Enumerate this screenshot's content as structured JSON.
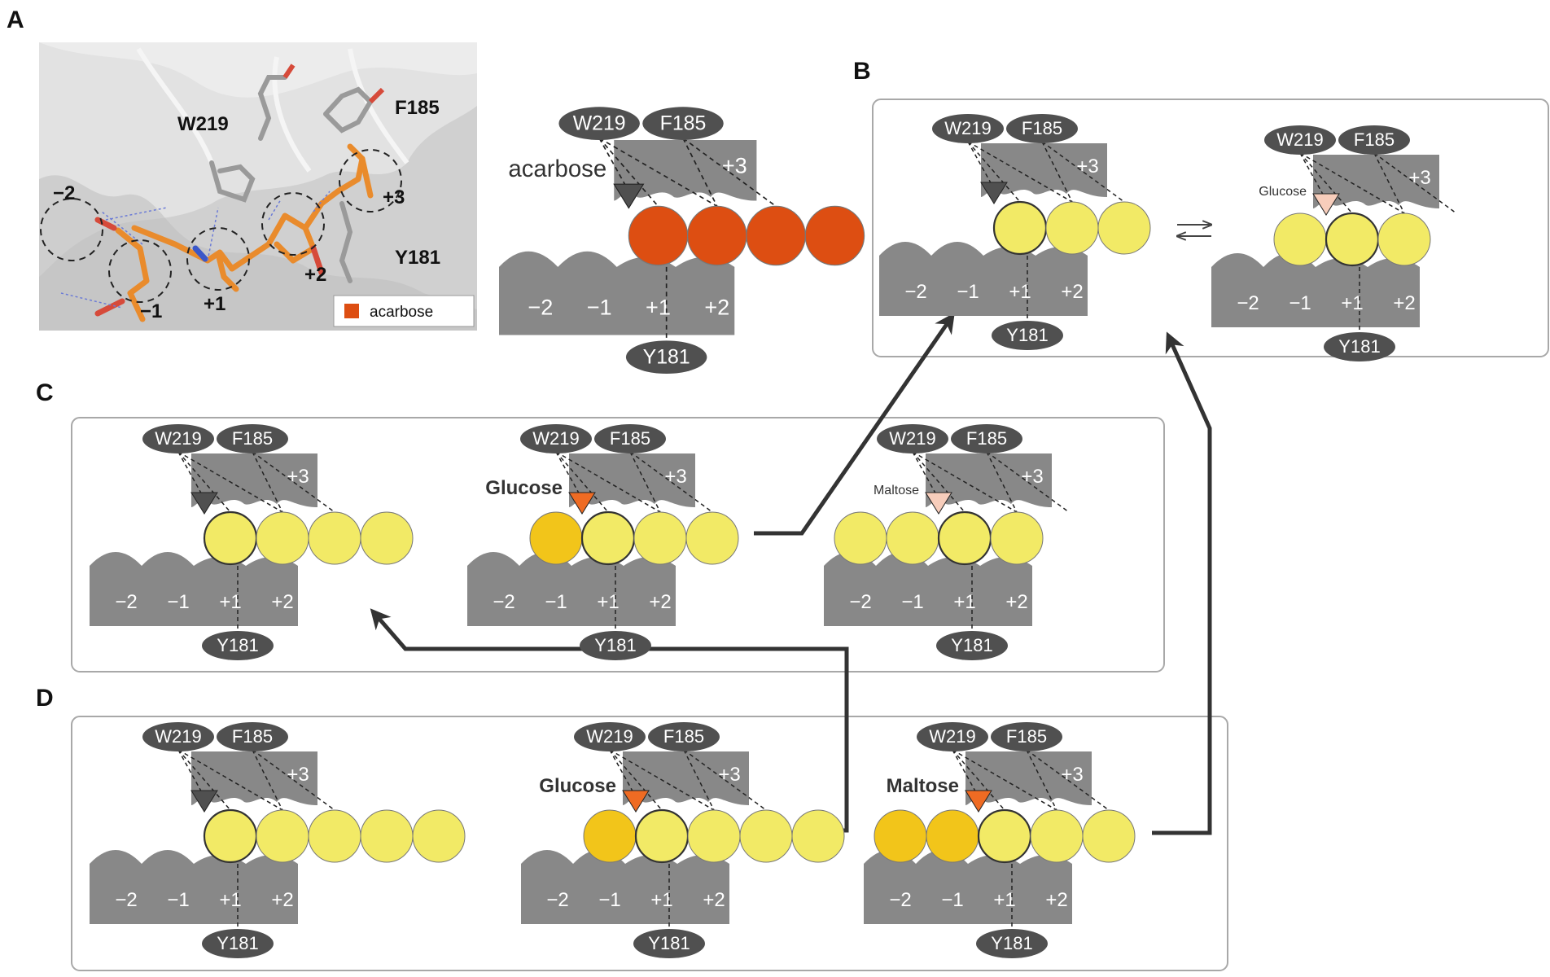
{
  "panels": {
    "A": "A",
    "B": "B",
    "C": "C",
    "D": "D"
  },
  "colors": {
    "acarbose": "#dd4e12",
    "pale_yellow": "#f2ea66",
    "dark_yellow": "#f2c51a",
    "orange_marker": "#ef6b23",
    "pink_marker": "#f7cdbb",
    "dark": "#505050",
    "pocket": "#888888"
  },
  "structure": {
    "site_labels": [
      "−2",
      "−1",
      "+1",
      "+2",
      "+3"
    ],
    "residues": [
      "W219",
      "F185",
      "Y181"
    ],
    "legend": "acarbose",
    "icon": "protein-structure-render"
  },
  "schematic_a": {
    "label": "acarbose"
  },
  "schematics": [
    {
      "id": "a",
      "ligand": "acarbose",
      "cut_label": "acarbose",
      "marker": "dark",
      "site_labels": [
        "−2",
        "−1",
        "+1",
        "+2"
      ],
      "plus3": "+3",
      "residues": [
        "W219",
        "F185",
        "Y181"
      ]
    },
    {
      "id": "b1",
      "ligand": "empty",
      "cut_label": "",
      "marker": "dark",
      "site_labels": [
        "−2",
        "−1",
        "+1",
        "+2"
      ],
      "plus3": "+3",
      "residues": [
        "W219",
        "F185",
        "Y181"
      ]
    },
    {
      "id": "b2",
      "ligand": "glucose",
      "cut_label": "Glucose",
      "marker": "pink",
      "site_labels": [
        "−2",
        "−1",
        "+1",
        "+2"
      ],
      "plus3": "+3",
      "residues": [
        "W219",
        "F185",
        "Y181"
      ]
    },
    {
      "id": "c1",
      "ligand": "empty",
      "cut_label": "",
      "marker": "dark",
      "site_labels": [
        "−2",
        "−1",
        "+1",
        "+2"
      ],
      "plus3": "+3",
      "residues": [
        "W219",
        "F185",
        "Y181"
      ]
    },
    {
      "id": "c2",
      "ligand": "glucose",
      "cut_label": "Glucose",
      "marker": "orange",
      "site_labels": [
        "−2",
        "−1",
        "+1",
        "+2"
      ],
      "plus3": "+3",
      "residues": [
        "W219",
        "F185",
        "Y181"
      ]
    },
    {
      "id": "c3",
      "ligand": "maltose",
      "cut_label": "Maltose",
      "marker": "pink",
      "site_labels": [
        "−2",
        "−1",
        "+1",
        "+2"
      ],
      "plus3": "+3",
      "residues": [
        "W219",
        "F185",
        "Y181"
      ]
    },
    {
      "id": "d1",
      "ligand": "empty",
      "cut_label": "",
      "marker": "dark",
      "site_labels": [
        "−2",
        "−1",
        "+1",
        "+2"
      ],
      "plus3": "+3",
      "residues": [
        "W219",
        "F185",
        "Y181"
      ]
    },
    {
      "id": "d2",
      "ligand": "glucose",
      "cut_label": "Glucose",
      "marker": "orange",
      "site_labels": [
        "−2",
        "−1",
        "+1",
        "+2"
      ],
      "plus3": "+3",
      "residues": [
        "W219",
        "F185",
        "Y181"
      ]
    },
    {
      "id": "d3",
      "ligand": "maltose",
      "cut_label": "Maltose",
      "marker": "orange",
      "site_labels": [
        "−2",
        "−1",
        "+1",
        "+2"
      ],
      "plus3": "+3",
      "residues": [
        "W219",
        "F185",
        "Y181"
      ]
    }
  ],
  "equilibrium_icon": "equilibrium-arrows-icon",
  "flow_arrows": [
    "c2-to-b1",
    "d2-to-c1",
    "d3-to-b2"
  ]
}
